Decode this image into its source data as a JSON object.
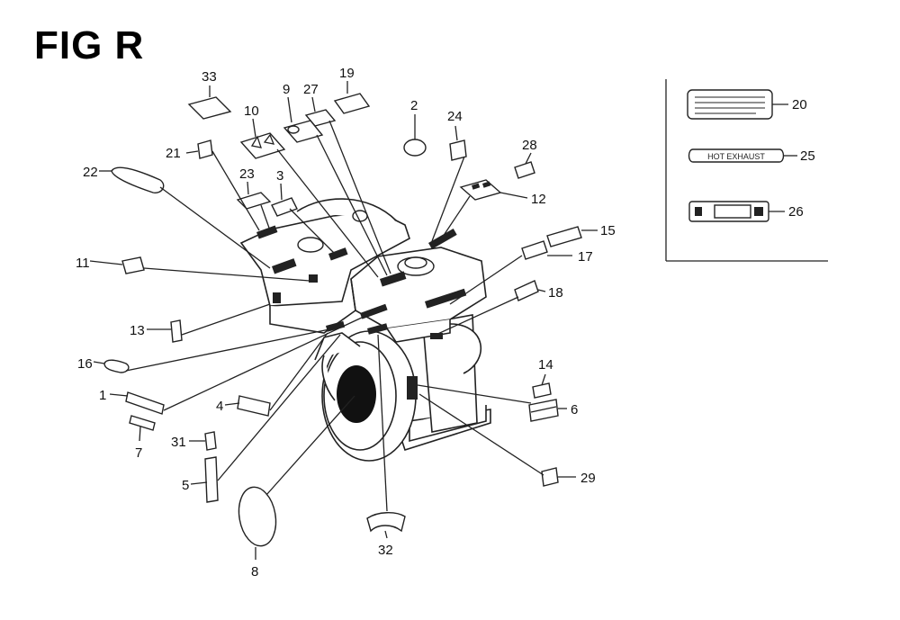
{
  "title": "FIG R",
  "callouts": [
    "1",
    "2",
    "3",
    "4",
    "5",
    "6",
    "7",
    "8",
    "9",
    "10",
    "11",
    "12",
    "13",
    "14",
    "15",
    "16",
    "17",
    "18",
    "19",
    "20",
    "21",
    "22",
    "23",
    "24",
    "25",
    "26",
    "27",
    "28",
    "29",
    "31",
    "32",
    "33"
  ],
  "inset": {
    "label_25_text": "HOT EXHAUST"
  },
  "colors": {
    "line": "#222222",
    "background": "#ffffff"
  }
}
